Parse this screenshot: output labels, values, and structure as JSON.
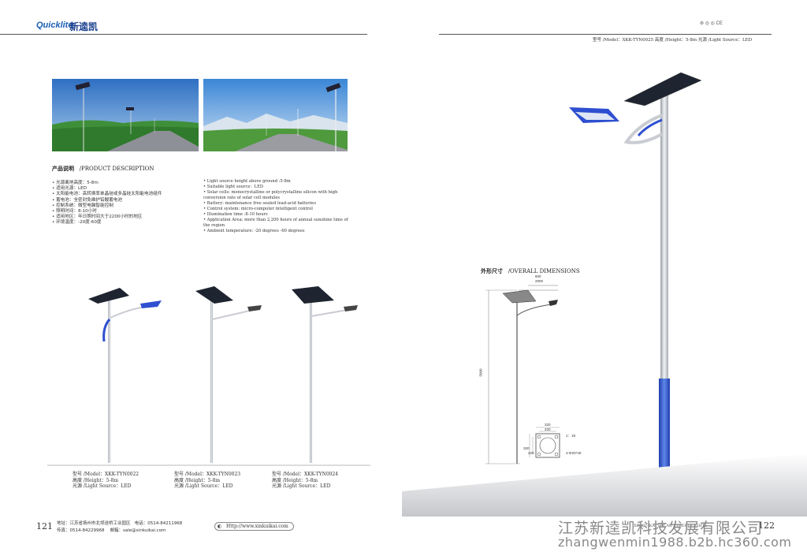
{
  "brand": {
    "logo_en": "Quicklite",
    "logo_cn": "新逵凯"
  },
  "certs": {
    "labels": "⊛ ◎ ◎ CE"
  },
  "left_page": {
    "section_title_cn": "产品说明",
    "section_title_en": "/PRODUCT DESCRIPTION",
    "specs_cn": [
      "光源离地高度：5-8m",
      "适用光源：LED",
      "太阳能电池：高转换率单晶硅或多晶硅太阳能电池组件",
      "蓄电池：全密封免维护铅酸蓄电池",
      "控制系统：微型电脑智能控制",
      "照明时间：8-10小时",
      "适用地区：年日照时间大于2200小时的地区",
      "环境温度：-20度-60度"
    ],
    "specs_en": [
      "Light source height above ground :5-8m",
      "Suitable light source：LED",
      "Solar cells: monocrystalline or polycrystalline silicon with high conversion rate of solar cell modules",
      "Battery: maintenance free sealed lead-acid batteries",
      "Control system: micro-computer intelligent control",
      "Illumination time :8-10 hours",
      "Application Area: more than 2,200 hours of annual sunshine time of the region",
      "Ambient temperature: -20 degrees -60 degrees"
    ],
    "models": [
      {
        "model": "型号 /Model：XKK-TYN0022",
        "height": "高度 /Height：5-8m",
        "source": "光源 /Light Source：LED"
      },
      {
        "model": "型号 /Model：XKK-TYN0023",
        "height": "高度 /Height：5-8m",
        "source": "光源 /Light Source：LED"
      },
      {
        "model": "型号 /Model：XKK-TYN0024",
        "height": "高度 /Height：5-8m",
        "source": "光源 /Light Source：LED"
      }
    ],
    "page_number": "121",
    "footer": {
      "address": "地址：江苏省扬州市北郊送桥工业园区",
      "phone": "电话：0514-84211968",
      "fax": "传真：0514-84229968",
      "email": "邮箱：sale@xinkuikai.com",
      "url": "Http://www.xinkuikai.com"
    }
  },
  "right_page": {
    "header_model": "型号 /Model：XKK-TYN0025  高度 /Height：5-8m  光源 /Light Source：LED",
    "dims_title_cn": "外形尺寸",
    "dims_title_en": "/OVERALL DIMENSIONS",
    "dims": {
      "arm_top": "800",
      "arm_bottom": "2000",
      "height": "5000",
      "base_w1": "320",
      "base_w2": "220",
      "bolt": "1：18",
      "base_h1": "320",
      "base_h2": "220",
      "holes": "4-Φ20*40"
    },
    "page_number": "122",
    "footer_band": "XINKUIKAI SOLAR STREET LIGHTS"
  },
  "watermark": {
    "line1": "江苏新逵凯科技发展有限公司",
    "line2": "zhangwenmin1988.b2b.hc360.com"
  },
  "colors": {
    "brand_blue": "#1a5fb4",
    "lamp_blue": "#2e4fd0",
    "pole_grey": "#c9ccd2",
    "sky": "#4a8fd6",
    "grass": "#3f8f3a"
  }
}
